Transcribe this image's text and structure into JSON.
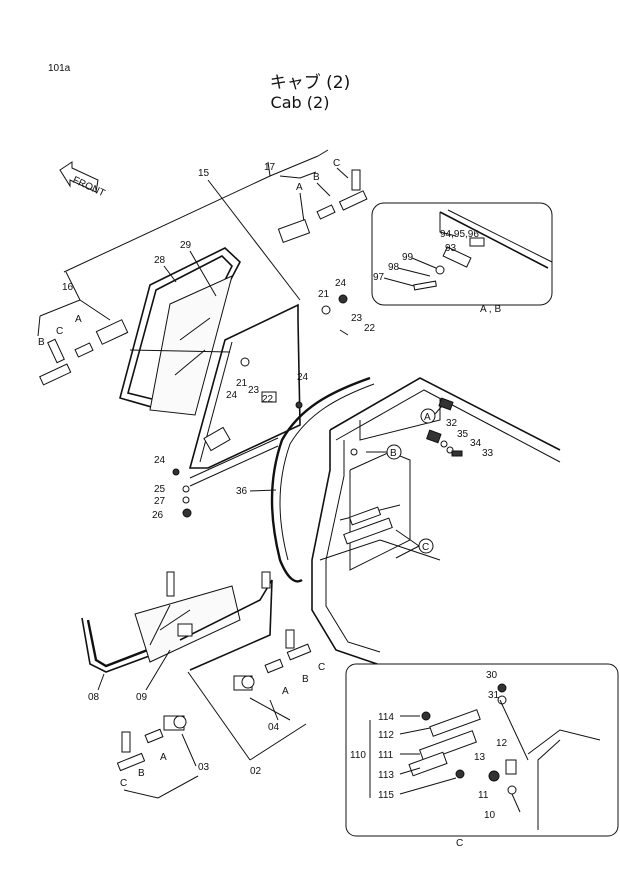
{
  "page_code": "101a",
  "title_jp": "キャブ (2)",
  "title_en": "Cab (2)",
  "front_label": "FRONT",
  "callouts": {
    "p08": "08",
    "p09": "09",
    "p02": "02",
    "p03": "03",
    "p04": "04",
    "p15": "15",
    "p16": "16",
    "p17": "17",
    "p21a": "21",
    "p21b": "21",
    "p22a": "22",
    "p22b": "22",
    "p23a": "23",
    "p23b": "23",
    "p24a": "24",
    "p24b": "24",
    "p24c": "24",
    "p24d": "24",
    "p25": "25",
    "p26": "26",
    "p27": "27",
    "p28": "28",
    "p29": "29",
    "p32": "32",
    "p33": "33",
    "p34": "34",
    "p35": "35",
    "p36": "36",
    "p93": "93",
    "p94": "94,95,96",
    "p97": "97",
    "p98": "98",
    "p99": "99",
    "p10": "10",
    "p11": "11",
    "p12": "12",
    "p13": "13",
    "p30": "30",
    "p31": "31",
    "p110": "110",
    "p111": "111",
    "p112": "112",
    "p113": "113",
    "p114": "114",
    "p115": "115"
  },
  "letters": {
    "A1": "A",
    "B1": "B",
    "C1": "C",
    "A2": "A",
    "B2": "B",
    "C2": "C",
    "A3": "A",
    "B3": "B",
    "C3": "C",
    "A4": "A",
    "B4": "B",
    "C4": "C",
    "circA": "A",
    "circB": "B",
    "circC": "C",
    "insetAB": "A , B",
    "insetC": "C"
  }
}
